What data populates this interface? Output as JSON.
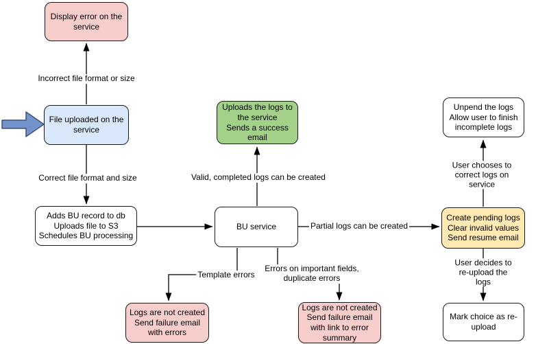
{
  "flowchart": {
    "canvas_background": "#ffffff",
    "line_color": "#000000",
    "node_border_color": "#1a1a1a",
    "nodes": {
      "display_error": {
        "label": "Display error on the\nservice",
        "fill": "#f8cecc"
      },
      "file_uploaded": {
        "label": "File uploaded on the\nservice",
        "fill": "#dae8fc"
      },
      "add_record": {
        "label": "Adds BU record to db\nUploads file to S3\nSchedules BU processing",
        "fill": "#ffffff"
      },
      "upload_success": {
        "label": "Uploads the logs to\nthe service\nSends a success\nemail",
        "fill": "#a4d18a"
      },
      "bu_service": {
        "label": "BU service",
        "fill": "#ffffff"
      },
      "failure_template": {
        "label": "Logs are not created\nSend failure email\nwith errors",
        "fill": "#f8cecc"
      },
      "failure_fields": {
        "label": "Logs are not created\nSend failure email\nwith link to error\nsummary",
        "fill": "#f8cecc"
      },
      "create_pending": {
        "label": "Create pending logs\nClear invalid values\nSend resume email",
        "fill": "#ffe9b3"
      },
      "unpend_logs": {
        "label": "Unpend the logs\nAllow user to finish\nincomplete logs",
        "fill": "#ffffff"
      },
      "mark_reupload": {
        "label": "Mark choice as re-\nupload",
        "fill": "#ffffff"
      }
    },
    "edge_labels": {
      "incorrect_format": "Incorrect file format or size",
      "correct_format": "Correct file format and size",
      "valid_logs": "Valid, completed logs can be created",
      "partial_logs": "Partial logs can be created",
      "template_errors": "Template errors",
      "field_errors": "Errors on important fields,\nduplicate errors",
      "choose_correct": "User chooses to correct logs on service",
      "decide_reupload": "User decides to re-upload the logs"
    },
    "entry_arrow": {
      "icon": "thick-right-arrow",
      "fill": "#7293cb",
      "stroke": "#3d5377"
    }
  }
}
